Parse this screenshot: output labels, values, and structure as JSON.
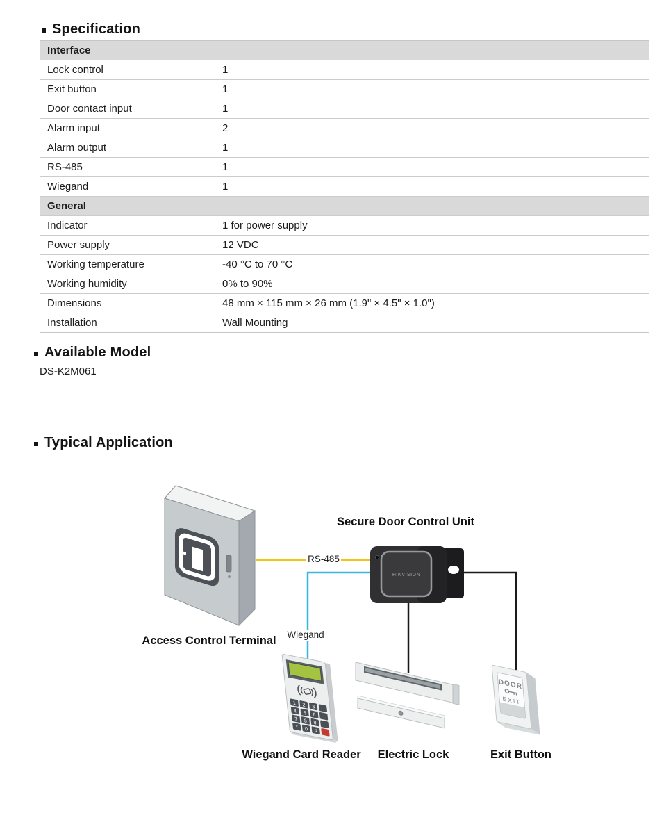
{
  "sections": {
    "specification": {
      "title": "Specification"
    },
    "available_model": {
      "title": "Available Model",
      "model": "DS-K2M061"
    },
    "typical_application": {
      "title": "Typical Application"
    }
  },
  "spec_table": {
    "groups": [
      {
        "header": "Interface",
        "rows": [
          [
            "Lock control",
            "1"
          ],
          [
            "Exit button",
            "1"
          ],
          [
            "Door contact input",
            "1"
          ],
          [
            "Alarm input",
            "2"
          ],
          [
            "Alarm output",
            "1"
          ],
          [
            "RS-485",
            "1"
          ],
          [
            "Wiegand",
            "1"
          ]
        ]
      },
      {
        "header": "General",
        "rows": [
          [
            "Indicator",
            "1 for power supply"
          ],
          [
            "Power supply",
            "12 VDC"
          ],
          [
            "Working temperature",
            "-40 °C to 70 °C"
          ],
          [
            "Working humidity",
            "0% to 90%"
          ],
          [
            "Dimensions",
            "48 mm × 115 mm × 26 mm (1.9\" × 4.5\" × 1.0\")"
          ],
          [
            "Installation",
            "Wall Mounting"
          ]
        ]
      }
    ]
  },
  "diagram": {
    "labels": {
      "secure_door_control_unit": "Secure Door Control Unit",
      "rs485": "RS-485",
      "wiegand": "Wiegand",
      "access_control_terminal": "Access Control Terminal",
      "wiegand_card_reader": "Wiegand Card Reader",
      "electric_lock": "Electric Lock",
      "exit_button": "Exit Button",
      "device_brand": "HIKVISION",
      "exit_button_door": "DOOR",
      "exit_button_exit": "EXIT"
    },
    "colors": {
      "rs485_line": "#f3c318",
      "wiegand_line": "#3ab7dc",
      "power_line": "#1a1a1a"
    },
    "keypad_digits": [
      [
        "1",
        "2",
        "3"
      ],
      [
        "4",
        "5",
        "6"
      ],
      [
        "7",
        "8",
        "9"
      ],
      [
        "*",
        "0",
        "#"
      ]
    ]
  }
}
